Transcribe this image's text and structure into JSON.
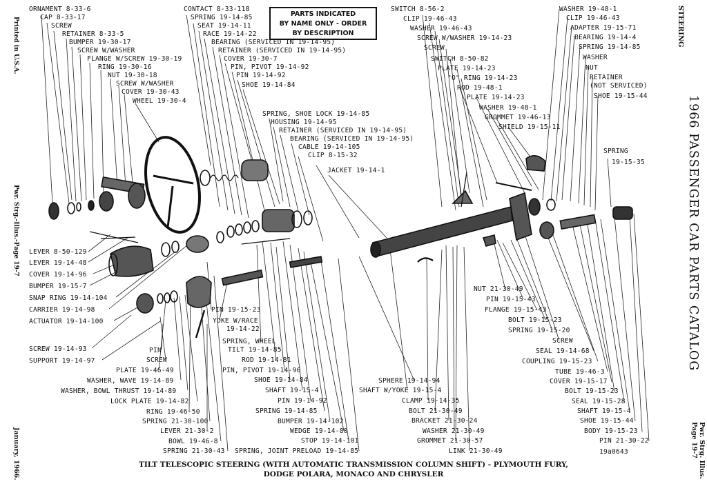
{
  "notice": {
    "line1": "PARTS INDICATED",
    "line2": "BY NAME ONLY - ORDER",
    "line3": "BY DESCRIPTION"
  },
  "right_margin": {
    "section": "STEERING",
    "title": "1966 PASSENGER CAR PARTS CATALOG",
    "ref": "Pwr. Strg. Illus. Page 19-7"
  },
  "left_margin": {
    "printed": "Printed in U.S.A.",
    "ref": "Pwr. Strg.-Illus.-Page 19-7",
    "date": "January, 1966."
  },
  "caption": {
    "line1": "TILT TELESCOPIC STEERING (WITH AUTOMATIC TRANSMISSION COLUMN SHIFT) - PLYMOUTH FURY,",
    "line2": "DODGE POLARA, MONACO AND CHRYSLER"
  },
  "figure_id": "19a0643",
  "labels_top_left": [
    "ORNAMENT 8-33-6",
    "CAP 8-33-17",
    "SCREW",
    "RETAINER 8-33-5",
    "BUMPER 19-30-17",
    "SCREW W/WASHER",
    "FLANGE W/SCREW 19-30-19",
    "RING 19-30-16",
    "NUT 19-30-18",
    "SCREW W/WASHER",
    "COVER 19-30-43",
    "WHEEL 19-30-4"
  ],
  "labels_top_mid": [
    "CONTACT 8-33-118",
    "SPRING 19-14-85",
    "SEAT 19-14-11",
    "RACE 19-14-22",
    "BEARING (SERVICED IN 19-14-95)",
    "RETAINER (SERVICED IN 19-14-95)",
    "COVER 19-30-7",
    "PIN, PIVOT 19-14-92",
    "PIN 19-14-92",
    "SHOE 19-14-84"
  ],
  "labels_center": [
    "SPRING, SHOE LOCK 19-14-85",
    "HOUSING 19-14-95",
    "RETAINER (SERVICED IN 19-14-95)",
    "BEARING (SERVICED IN 19-14-95)",
    "CABLE 19-14-105",
    "CLIP 8-15-32",
    "JACKET 19-14-1"
  ],
  "labels_top_right_a": [
    "SWITCH 8-56-2",
    "CLIP 19-46-43",
    "WASHER 19-46-43",
    "SCREW W/WASHER 19-14-23",
    "SCREW",
    "SWITCH 8-50-82",
    "PLATE 19-14-23",
    "\"O\" RING 19-14-23",
    "ROD 19-48-1",
    "PLATE 19-14-23",
    "WASHER 19-48-1",
    "GROMMET 19-46-13",
    "SHIELD 19-15-11"
  ],
  "labels_top_right_b": [
    "WASHER 19-48-1",
    "CLIP 19-46-43",
    "ADAPTER 19-15-71",
    "BEARING 19-14-4",
    "SPRING 19-14-85",
    "WASHER",
    "NUT",
    "RETAINER",
    "(NOT SERVICED)",
    "SHOE 19-15-44",
    "SPRING",
    "19-15-35"
  ],
  "labels_left": [
    "LEVER 8-50-129",
    "LEVER 19-14-48",
    "COVER 19-14-96",
    "BUMPER 19-15-7",
    "SNAP RING 19-14-104",
    "CARRIER 19-14-98",
    "ACTUATOR 19-14-100",
    "SCREW 19-14-93",
    "SUPPORT 19-14-97"
  ],
  "labels_bottom_left": [
    "PIN",
    "SCREW",
    "PLATE 19-46-49",
    "WASHER, WAVE 19-14-89",
    "WASHER, BOWL THRUST 19-14-89",
    "LOCK PLATE 19-14-82",
    "RING 19-46-50",
    "SPRING 21-30-100",
    "LEVER 21-30-2",
    "BOWL 19-46-8",
    "SPRING 21-30-43"
  ],
  "labels_bottom_mid": [
    "PIN 19-15-23",
    "YOKE W/RACE",
    "19-14-22",
    "SPRING, WHEEL",
    "TILT 19-14-85",
    "ROD 19-14-81",
    "PIN, PIVOT 19-14-96",
    "SHOE 19-14-84",
    "SHAFT 19-15-4",
    "PIN 19-14-92",
    "SPRING 19-14-85",
    "BUMPER 19-14-102",
    "WEDGE 19-14-80",
    "STOP 19-14-101",
    "SPRING, JOINT PRELOAD 19-14-85"
  ],
  "labels_bottom_center": [
    "SPHERE 19-14-94",
    "SHAFT W/YOKE 19-15-4",
    "CLAMP 19-14-35",
    "BOLT 21-30-49",
    "BRACKET 21-30-24",
    "WASHER 21-30-49",
    "GROMMET 21-30-57",
    "LINK 21-30-49"
  ],
  "labels_bottom_right": [
    "NUT 21-30-49",
    "PIN 19-15-43",
    "FLANGE 19-15-43",
    "BOLT 19-15-23",
    "SPRING 19-15-20",
    "SCREW",
    "SEAL 19-14-68",
    "COUPLING 19-15-23",
    "TUBE 19-46-3",
    "COVER 19-15-17",
    "BOLT 19-15-23",
    "SEAL 19-15-28",
    "SHAFT 19-15-4",
    "SHOE 19-15-44",
    "BODY 19-15-23",
    "PIN 21-30-22"
  ]
}
